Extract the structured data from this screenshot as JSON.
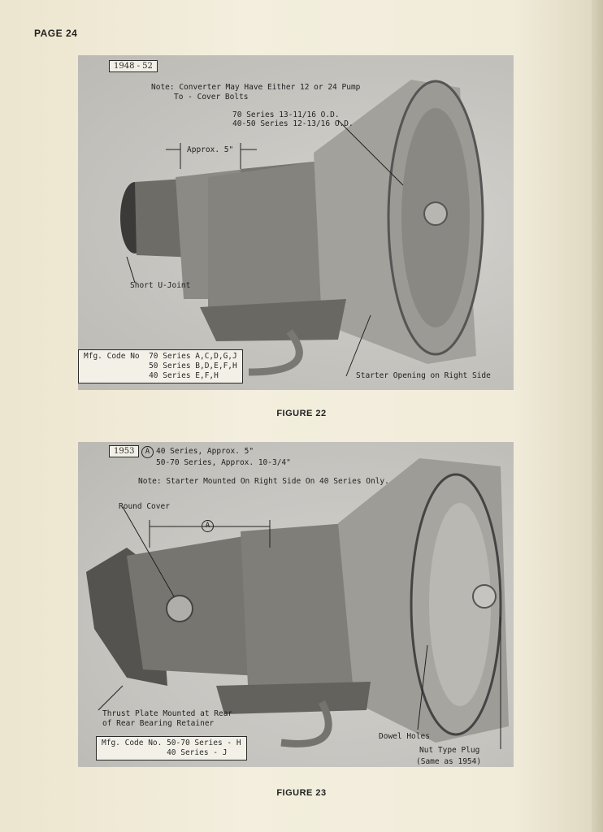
{
  "page": {
    "number_label": "PAGE 24"
  },
  "figure22": {
    "caption": "FIGURE 22",
    "years_tag": "1948 - 52",
    "note_line1": "Note: Converter May Have Either 12 or 24 Pump",
    "note_line2": "To - Cover Bolts",
    "od_line1": "70 Series  13-11/16 O.D.",
    "od_line2": "40-50 Series 12-13/16 O.D.",
    "approx_label": "Approx. 5\"",
    "short_ujoint": "Short U-Joint",
    "starter_opening": "Starter Opening on Right Side",
    "mfg_codes": [
      "Mfg. Code No  70 Series A,C,D,G,J",
      "              50 Series B,D,E,F,H",
      "              40 Series E,F,H"
    ]
  },
  "figure23": {
    "caption": "FIGURE 23",
    "years_tag": "1953",
    "circle_letter": "A",
    "series_line1": "40 Series, Approx.  5\"",
    "series_line2": "50-70 Series, Approx. 10-3/4\"",
    "note": "Note:  Starter Mounted On Right Side On 40 Series Only.",
    "round_cover": "Round Cover",
    "dim_letter": "A",
    "thrust_line1": "Thrust Plate Mounted at Rear",
    "thrust_line2": "of Rear Bearing Retainer",
    "dowel_holes": "Dowel Holes",
    "nut_plug_line1": "Nut Type Plug",
    "nut_plug_line2": "(Same as 1954)",
    "mfg_codes": [
      "Mfg. Code No. 50-70 Series - H",
      "              40 Series - J"
    ]
  }
}
